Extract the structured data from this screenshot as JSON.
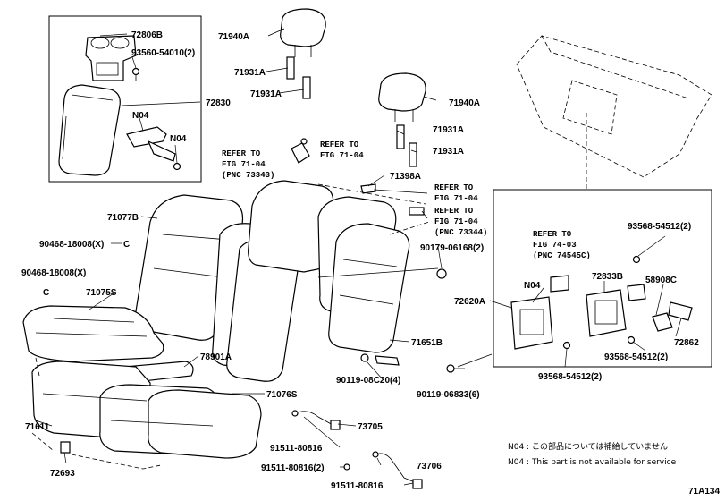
{
  "labels": {
    "p72806B": "72806B",
    "p93560": "93560-54010(2)",
    "p72830": "72830",
    "n04_a": "N04",
    "n04_b": "N04",
    "p71940A_1": "71940A",
    "p71931A_1": "71931A",
    "p71931A_2": "71931A",
    "p71940A_2": "71940A",
    "p71931A_3": "71931A",
    "p71931A_4": "71931A",
    "p71398A": "71398A",
    "p71077B": "71077B",
    "p90468_1": "90468-18008(X)",
    "c_1": "C",
    "p90468_2": "90468-18008(X)",
    "c_2": "C",
    "p71075S": "71075S",
    "p78901A": "78901A",
    "p71076S": "71076S",
    "p71611": "71611",
    "p72693": "72693",
    "p90179": "90179-06168(2)",
    "p71651B": "71651B",
    "p90119_08C20": "90119-08C20(4)",
    "p90119_06833": "90119-06833(6)",
    "p73705": "73705",
    "p91511_1": "91511-80816",
    "p91511_2": "91511-80816(2)",
    "p73706": "73706",
    "p91511_3": "91511-80816",
    "p72620A": "72620A",
    "n04_c": "N04",
    "p72833B": "72833B",
    "p58908C": "58908C",
    "p93568_1": "93568-54512(2)",
    "p93568_2": "93568-54512(2)",
    "p93568_3": "93568-54512(2)",
    "p72862": "72862"
  },
  "refs": {
    "r1_l1": "REFER TO",
    "r1_l2": "FIG 71-04",
    "r1_l3": "(PNC 73343)",
    "r2_l1": "REFER TO",
    "r2_l2": "FIG 71-04",
    "r3_l1": "REFER TO",
    "r3_l2": "FIG 71-04",
    "r4_l1": "REFER TO",
    "r4_l2": "FIG 71-04",
    "r4_l3": "(PNC 73344)",
    "r5_l1": "REFER TO",
    "r5_l2": "FIG 74-03",
    "r5_l3": "(PNC 74545C)"
  },
  "notes": {
    "jp": "N04 : この部品については補給していません",
    "en": "N04 : This part is not available for service"
  },
  "figure_id": "71A134"
}
